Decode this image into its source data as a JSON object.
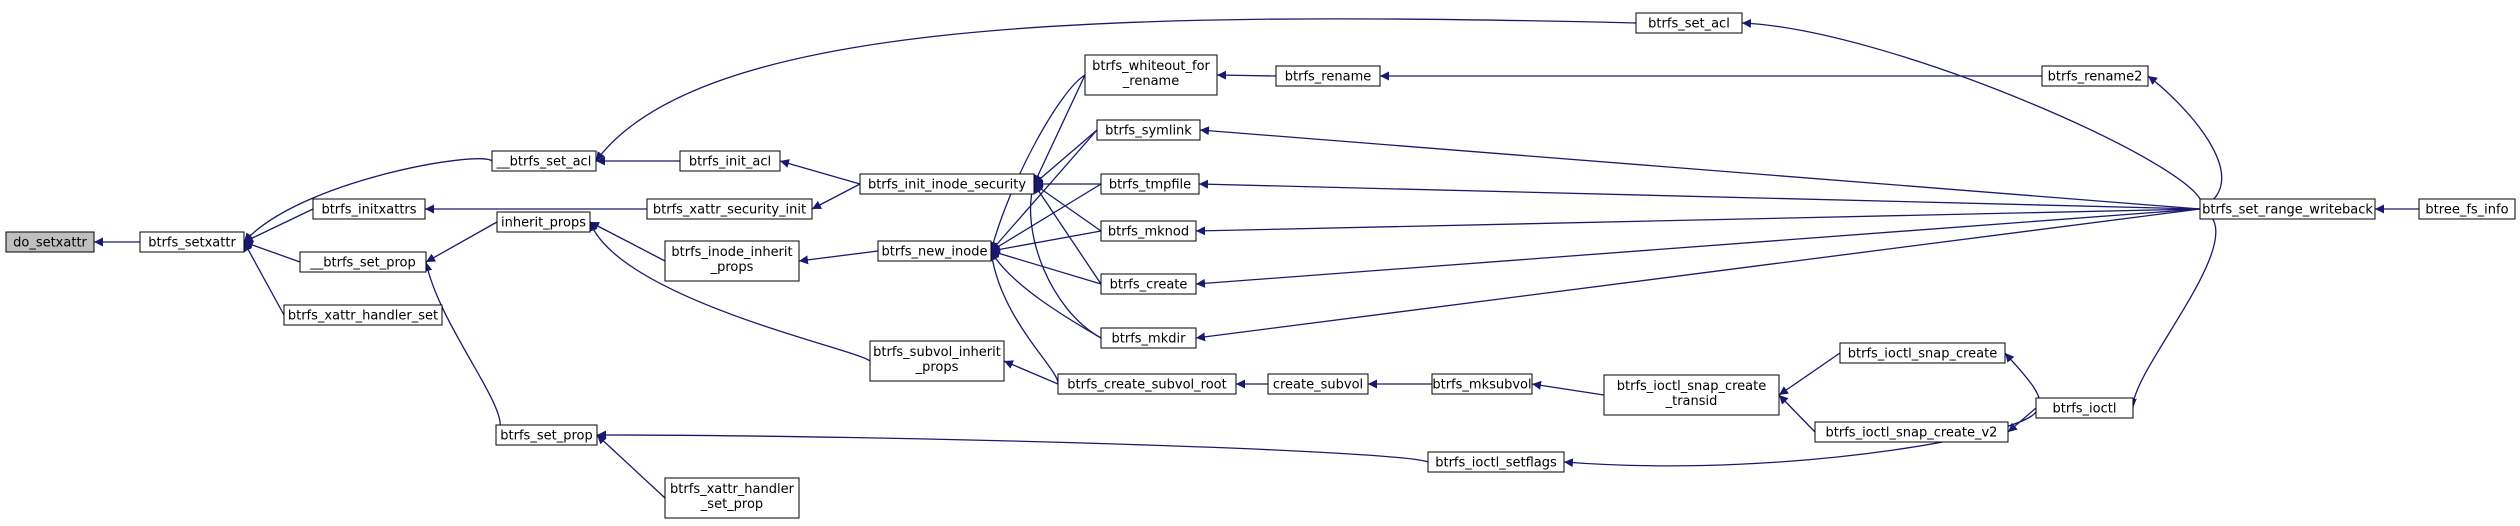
{
  "colors": {
    "edge": "#191970",
    "highlight_fill": "#bfbfbf",
    "node_fill": "#ffffff",
    "node_border": "#000000"
  },
  "nodes": [
    {
      "id": "do_setxattr",
      "lines": [
        "do_setxattr"
      ],
      "highlight": true
    },
    {
      "id": "btrfs_setxattr",
      "lines": [
        "btrfs_setxattr"
      ]
    },
    {
      "id": "__btrfs_set_acl",
      "lines": [
        "__btrfs_set_acl"
      ]
    },
    {
      "id": "btrfs_initxattrs",
      "lines": [
        "btrfs_initxattrs"
      ]
    },
    {
      "id": "__btrfs_set_prop",
      "lines": [
        "__btrfs_set_prop"
      ]
    },
    {
      "id": "btrfs_xattr_handler_set",
      "lines": [
        "btrfs_xattr_handler_set"
      ]
    },
    {
      "id": "btrfs_init_acl",
      "lines": [
        "btrfs_init_acl"
      ]
    },
    {
      "id": "btrfs_xattr_security_init",
      "lines": [
        "btrfs_xattr_security_init"
      ]
    },
    {
      "id": "inherit_props",
      "lines": [
        "inherit_props"
      ]
    },
    {
      "id": "btrfs_set_prop",
      "lines": [
        "btrfs_set_prop"
      ]
    },
    {
      "id": "btrfs_inode_inherit_props",
      "lines": [
        "btrfs_inode_inherit",
        "_props"
      ]
    },
    {
      "id": "btrfs_xattr_handler_set_prop",
      "lines": [
        "btrfs_xattr_handler",
        "_set_prop"
      ]
    },
    {
      "id": "btrfs_init_inode_security",
      "lines": [
        "btrfs_init_inode_security"
      ]
    },
    {
      "id": "btrfs_new_inode",
      "lines": [
        "btrfs_new_inode"
      ]
    },
    {
      "id": "btrfs_subvol_inherit_props",
      "lines": [
        "btrfs_subvol_inherit",
        "_props"
      ]
    },
    {
      "id": "btrfs_whiteout_for_rename",
      "lines": [
        "btrfs_whiteout_for",
        "_rename"
      ]
    },
    {
      "id": "btrfs_symlink",
      "lines": [
        "btrfs_symlink"
      ]
    },
    {
      "id": "btrfs_tmpfile",
      "lines": [
        "btrfs_tmpfile"
      ]
    },
    {
      "id": "btrfs_mknod",
      "lines": [
        "btrfs_mknod"
      ]
    },
    {
      "id": "btrfs_create",
      "lines": [
        "btrfs_create"
      ]
    },
    {
      "id": "btrfs_mkdir",
      "lines": [
        "btrfs_mkdir"
      ]
    },
    {
      "id": "btrfs_create_subvol_root",
      "lines": [
        "btrfs_create_subvol_root"
      ]
    },
    {
      "id": "btrfs_rename",
      "lines": [
        "btrfs_rename"
      ]
    },
    {
      "id": "create_subvol",
      "lines": [
        "create_subvol"
      ]
    },
    {
      "id": "btrfs_mksubvol",
      "lines": [
        "btrfs_mksubvol"
      ]
    },
    {
      "id": "btrfs_ioctl_snap_create_transid",
      "lines": [
        "btrfs_ioctl_snap_create",
        "_transid"
      ]
    },
    {
      "id": "btrfs_ioctl_setflags",
      "lines": [
        "btrfs_ioctl_setflags"
      ]
    },
    {
      "id": "btrfs_set_acl",
      "lines": [
        "btrfs_set_acl"
      ]
    },
    {
      "id": "btrfs_rename2",
      "lines": [
        "btrfs_rename2"
      ]
    },
    {
      "id": "btrfs_ioctl_snap_create",
      "lines": [
        "btrfs_ioctl_snap_create"
      ]
    },
    {
      "id": "btrfs_ioctl_snap_create_v2",
      "lines": [
        "btrfs_ioctl_snap_create_v2"
      ]
    },
    {
      "id": "btrfs_ioctl",
      "lines": [
        "btrfs_ioctl"
      ]
    },
    {
      "id": "btrfs_set_range_writeback",
      "lines": [
        "btrfs_set_range_writeback"
      ]
    },
    {
      "id": "btree_fs_info",
      "lines": [
        "btree_fs_info"
      ]
    }
  ],
  "edges": [
    {
      "from": "btrfs_setxattr",
      "to": "do_setxattr"
    },
    {
      "from": "__btrfs_set_acl",
      "to": "btrfs_setxattr"
    },
    {
      "from": "btrfs_initxattrs",
      "to": "btrfs_setxattr"
    },
    {
      "from": "__btrfs_set_prop",
      "to": "btrfs_setxattr"
    },
    {
      "from": "btrfs_xattr_handler_set",
      "to": "btrfs_setxattr"
    },
    {
      "from": "btrfs_init_acl",
      "to": "__btrfs_set_acl"
    },
    {
      "from": "btrfs_set_acl",
      "to": "__btrfs_set_acl"
    },
    {
      "from": "btrfs_xattr_security_init",
      "to": "btrfs_initxattrs"
    },
    {
      "from": "inherit_props",
      "to": "__btrfs_set_prop"
    },
    {
      "from": "btrfs_set_prop",
      "to": "__btrfs_set_prop"
    },
    {
      "from": "btrfs_init_inode_security",
      "to": "btrfs_init_acl"
    },
    {
      "from": "btrfs_init_inode_security",
      "to": "btrfs_xattr_security_init"
    },
    {
      "from": "btrfs_inode_inherit_props",
      "to": "inherit_props"
    },
    {
      "from": "btrfs_subvol_inherit_props",
      "to": "inherit_props"
    },
    {
      "from": "btrfs_ioctl_setflags",
      "to": "btrfs_set_prop"
    },
    {
      "from": "btrfs_xattr_handler_set_prop",
      "to": "btrfs_set_prop"
    },
    {
      "from": "btrfs_new_inode",
      "to": "btrfs_inode_inherit_props"
    },
    {
      "from": "btrfs_whiteout_for_rename",
      "to": "btrfs_init_inode_security"
    },
    {
      "from": "btrfs_symlink",
      "to": "btrfs_init_inode_security"
    },
    {
      "from": "btrfs_tmpfile",
      "to": "btrfs_init_inode_security"
    },
    {
      "from": "btrfs_mknod",
      "to": "btrfs_init_inode_security"
    },
    {
      "from": "btrfs_create",
      "to": "btrfs_init_inode_security"
    },
    {
      "from": "btrfs_mkdir",
      "to": "btrfs_init_inode_security"
    },
    {
      "from": "btrfs_whiteout_for_rename",
      "to": "btrfs_new_inode"
    },
    {
      "from": "btrfs_symlink",
      "to": "btrfs_new_inode"
    },
    {
      "from": "btrfs_tmpfile",
      "to": "btrfs_new_inode"
    },
    {
      "from": "btrfs_mknod",
      "to": "btrfs_new_inode"
    },
    {
      "from": "btrfs_create",
      "to": "btrfs_new_inode"
    },
    {
      "from": "btrfs_mkdir",
      "to": "btrfs_new_inode"
    },
    {
      "from": "btrfs_create_subvol_root",
      "to": "btrfs_new_inode"
    },
    {
      "from": "btrfs_create_subvol_root",
      "to": "btrfs_subvol_inherit_props"
    },
    {
      "from": "btrfs_rename",
      "to": "btrfs_whiteout_for_rename"
    },
    {
      "from": "create_subvol",
      "to": "btrfs_create_subvol_root"
    },
    {
      "from": "btrfs_rename2",
      "to": "btrfs_rename"
    },
    {
      "from": "btrfs_mksubvol",
      "to": "create_subvol"
    },
    {
      "from": "btrfs_ioctl_snap_create_transid",
      "to": "btrfs_mksubvol"
    },
    {
      "from": "btrfs_ioctl_snap_create",
      "to": "btrfs_ioctl_snap_create_transid"
    },
    {
      "from": "btrfs_ioctl_snap_create_v2",
      "to": "btrfs_ioctl_snap_create_transid"
    },
    {
      "from": "btrfs_ioctl",
      "to": "btrfs_ioctl_setflags"
    },
    {
      "from": "btrfs_ioctl",
      "to": "btrfs_ioctl_snap_create"
    },
    {
      "from": "btrfs_ioctl",
      "to": "btrfs_ioctl_snap_create_v2"
    },
    {
      "from": "btrfs_set_range_writeback",
      "to": "btrfs_set_acl"
    },
    {
      "from": "btrfs_set_range_writeback",
      "to": "btrfs_rename2"
    },
    {
      "from": "btrfs_set_range_writeback",
      "to": "btrfs_symlink"
    },
    {
      "from": "btrfs_set_range_writeback",
      "to": "btrfs_tmpfile"
    },
    {
      "from": "btrfs_set_range_writeback",
      "to": "btrfs_mknod"
    },
    {
      "from": "btrfs_set_range_writeback",
      "to": "btrfs_create"
    },
    {
      "from": "btrfs_set_range_writeback",
      "to": "btrfs_mkdir"
    },
    {
      "from": "btrfs_set_range_writeback",
      "to": "btrfs_ioctl"
    },
    {
      "from": "btree_fs_info",
      "to": "btrfs_set_range_writeback"
    }
  ]
}
